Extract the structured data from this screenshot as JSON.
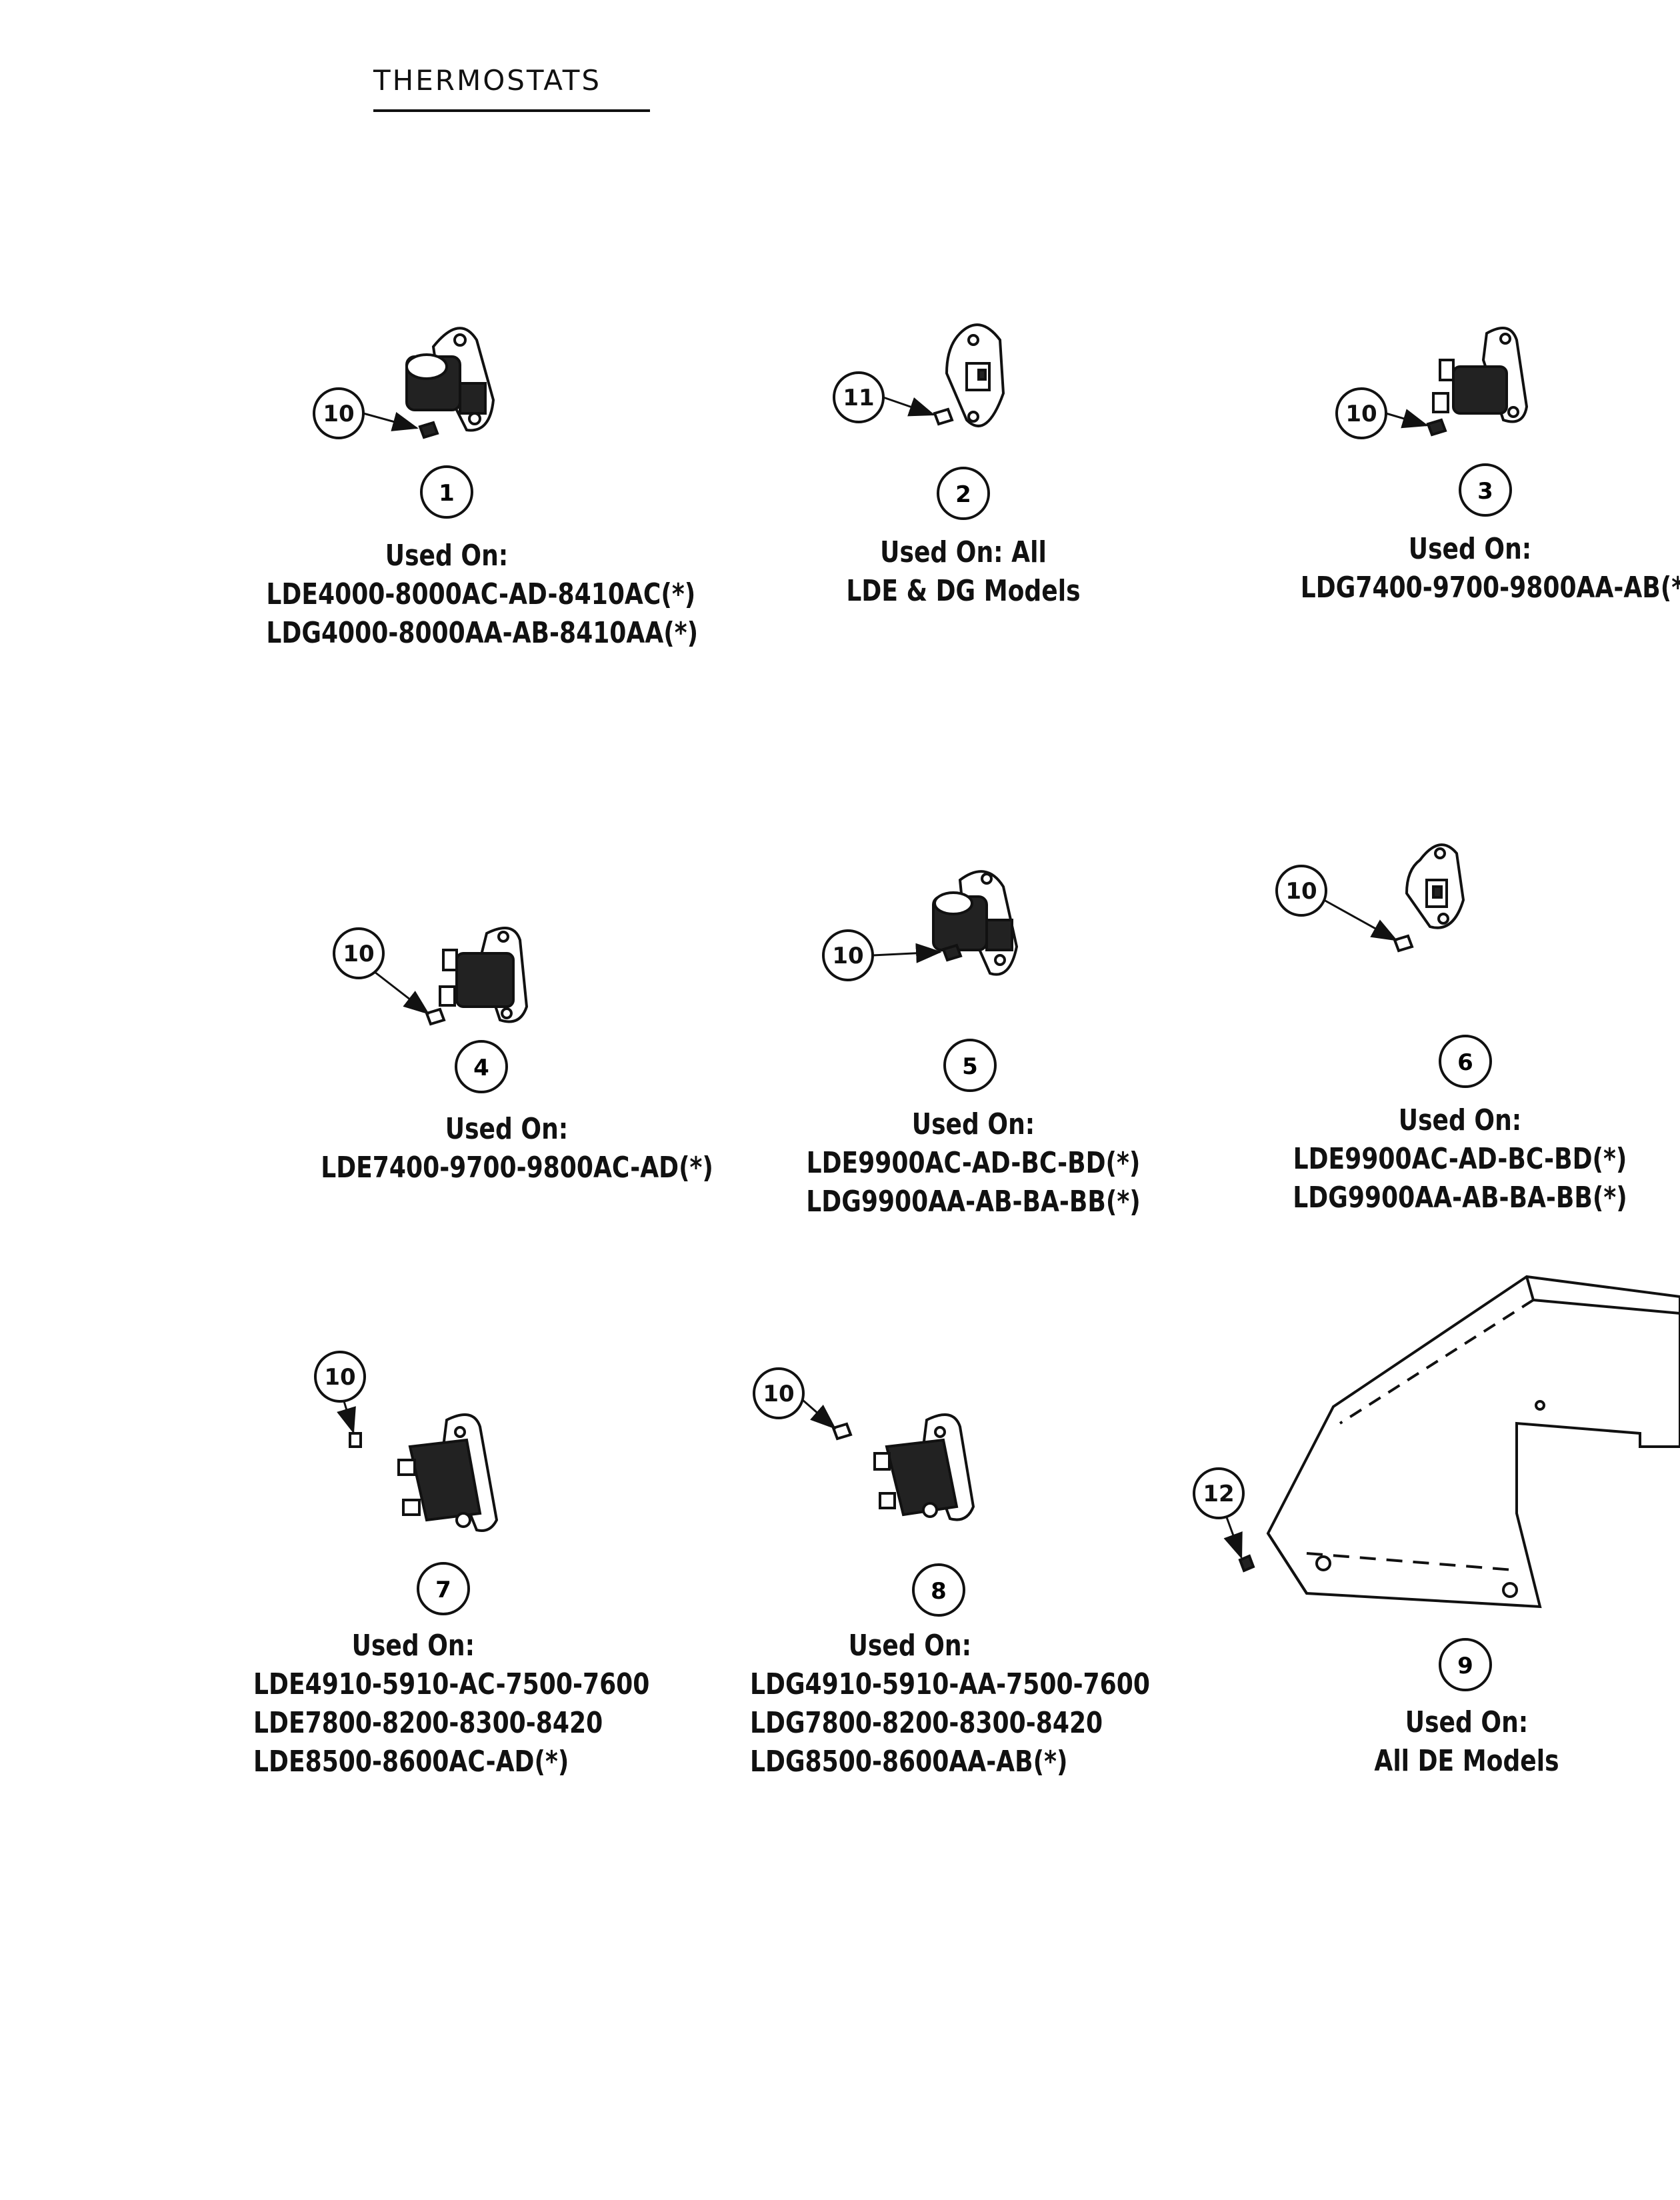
{
  "title": "THERMOSTATS",
  "callout_refs": {
    "screw_a": "10",
    "screw_b": "11",
    "screw_c": "12"
  },
  "items": [
    {
      "number": "1",
      "lines": [
        "Used On:",
        "LDE4000-8000AC-AD-8410AC(*)",
        "LDG4000-8000AA-AB-8410AA(*)"
      ]
    },
    {
      "number": "2",
      "lines": [
        "Used On: All",
        "LDE & DG Models"
      ]
    },
    {
      "number": "3",
      "lines": [
        "Used On:",
        "LDG7400-9700-9800AA-AB(*"
      ]
    },
    {
      "number": "4",
      "lines": [
        "Used On:",
        "LDE7400-9700-9800AC-AD(*)"
      ]
    },
    {
      "number": "5",
      "lines": [
        "Used On:",
        "LDE9900AC-AD-BC-BD(*)",
        "LDG9900AA-AB-BA-BB(*)"
      ]
    },
    {
      "number": "6",
      "lines": [
        "Used On:",
        "LDE9900AC-AD-BC-BD(*)",
        "LDG9900AA-AB-BA-BB(*)"
      ]
    },
    {
      "number": "7",
      "lines": [
        "Used On:",
        "LDE4910-5910-AC-7500-7600",
        "LDE7800-8200-8300-8420",
        "LDE8500-8600AC-AD(*)"
      ]
    },
    {
      "number": "8",
      "lines": [
        "Used On:",
        "LDG4910-5910-AA-7500-7600",
        "LDG7800-8200-8300-8420",
        "LDG8500-8600AA-AB(*)"
      ]
    },
    {
      "number": "9",
      "lines": [
        "Used On:",
        "All DE Models"
      ]
    }
  ]
}
